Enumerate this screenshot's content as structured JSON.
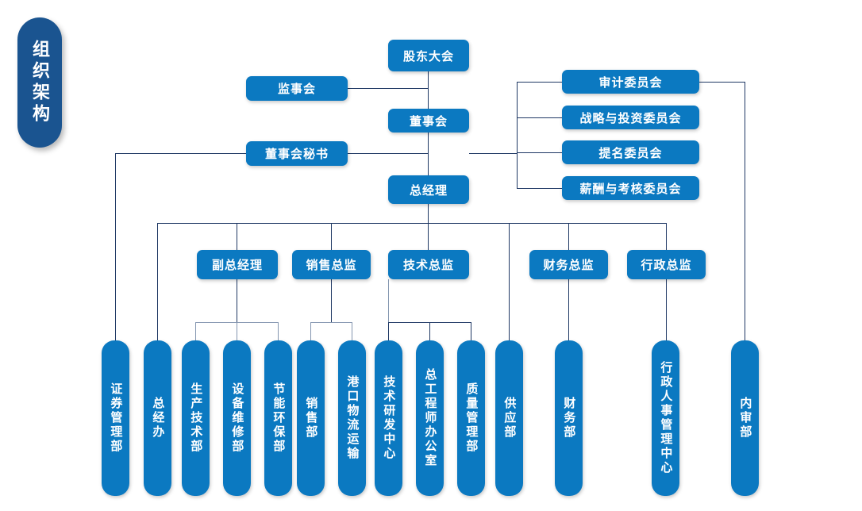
{
  "title": {
    "text": "组织架构"
  },
  "colors": {
    "node_blue": "#0B79C1",
    "title_blue": "#1A5490",
    "line_navy": "#1F3864",
    "line_light": "#8496B0",
    "background": "#FFFFFF",
    "text": "#FFFFFF"
  },
  "nodes": {
    "shareholders_meeting": "股东大会",
    "board_of_supervisors": "监事会",
    "board_of_directors": "董事会",
    "board_secretary": "董事会秘书",
    "general_manager": "总经理"
  },
  "committees": [
    {
      "label": "审计委员会"
    },
    {
      "label": "战略与投资委员会"
    },
    {
      "label": "提名委员会"
    },
    {
      "label": "薪酬与考核委员会"
    }
  ],
  "directors": [
    {
      "label": "副总经理"
    },
    {
      "label": "销售总监"
    },
    {
      "label": "技术总监"
    },
    {
      "label": "财务总监"
    },
    {
      "label": "行政总监"
    }
  ],
  "departments": [
    {
      "label": "证券管理部",
      "parent": "董事会秘书"
    },
    {
      "label": "总经办",
      "parent": "总经理"
    },
    {
      "label": "生产技术部",
      "parent": "副总经理"
    },
    {
      "label": "设备维修部",
      "parent": "副总经理"
    },
    {
      "label": "节能环保部",
      "parent": "副总经理"
    },
    {
      "label": "销售部",
      "parent": "销售总监"
    },
    {
      "label": "港口物流运输",
      "parent": "销售总监"
    },
    {
      "label": "技术研发中心",
      "parent": "技术总监"
    },
    {
      "label": "总工程师办公室",
      "parent": "技术总监"
    },
    {
      "label": "质量管理部",
      "parent": "技术总监"
    },
    {
      "label": "供应部",
      "parent": "总经理"
    },
    {
      "label": "财务部",
      "parent": "财务总监"
    },
    {
      "label": "行政人事管理中心",
      "parent": "行政总监"
    },
    {
      "label": "内审部",
      "parent": "审计委员会"
    }
  ]
}
